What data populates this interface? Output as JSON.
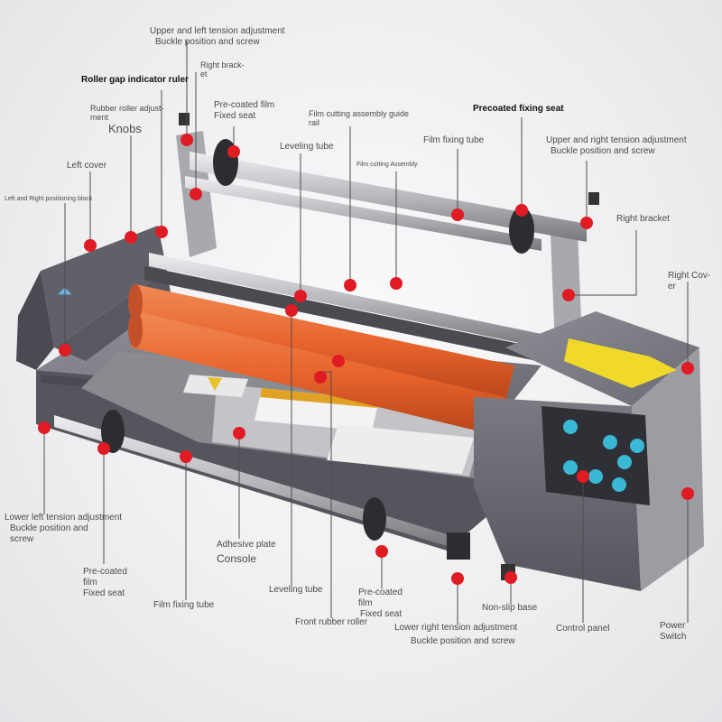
{
  "labels": {
    "upper_left_tension_1": "Upper and left tension adjustment",
    "upper_left_tension_2": "Buckle position and screw",
    "right_bracket_top_1": "Right brack-",
    "right_bracket_top_2": "et",
    "roller_gap_ruler": "Roller gap indicator ruler",
    "precoated_film_top_1": "Pre-coated film",
    "precoated_film_top_2": "Fixed seat",
    "rubber_roller_knobs_1": "Rubber roller adjust-",
    "rubber_roller_knobs_2": "ment",
    "rubber_roller_knobs_3": "Knobs",
    "film_cutting_rail_1": "Film cutting assembly guide",
    "film_cutting_rail_2": "rail",
    "precoated_fixing_seat": "Precoated fixing seat",
    "leveling_tube_top": "Leveling tube",
    "film_fixing_tube_top": "Film fixing tube",
    "upper_right_tension_1": "Upper and right tension adjustment",
    "upper_right_tension_2": "Buckle position and screw",
    "left_cover": "Left cover",
    "film_cutting_assembly": "Film cutting Assembly",
    "positioning_block": "Left and Right positioning block",
    "right_bracket": "Right bracket",
    "right_cover_1": "Right Cov-",
    "right_cover_2": "er",
    "lower_left_tension_1": "Lower left tension adjustment",
    "lower_left_tension_2": "Buckle position and",
    "lower_left_tension_3": "screw",
    "adhesive_plate": "Adhesive plate",
    "console": "Console",
    "precoated_film_bl_1": "Pre-coated",
    "precoated_film_bl_2": "film",
    "precoated_film_bl_3": "Fixed seat",
    "film_fixing_tube_bottom": "Film fixing tube",
    "leveling_tube_bottom": "Leveling tube",
    "precoated_film_bm_1": "Pre-coated",
    "precoated_film_bm_2": "film",
    "precoated_film_bm_3": "Fixed seat",
    "non_slip_base": "Non-slip base",
    "front_rubber_roller": "Front rubber roller",
    "lower_right_tension_1": "Lower right tension adjustment",
    "lower_right_tension_2": "Buckle position and screw",
    "control_panel": "Control panel",
    "power_switch_1": "Power",
    "power_switch_2": "Switch"
  },
  "colors": {
    "marker": "#e01b24",
    "leader_line": "#4d4d4d",
    "machine_body": "#6b6c73",
    "machine_dark": "#3f4047",
    "roller": "#e8642c",
    "steel": "#c8c9cc",
    "panel_button": "#39b9d6"
  },
  "icons": [
    "hot-surface-warning-icon",
    "panel-button-icon",
    "brand-logo"
  ]
}
